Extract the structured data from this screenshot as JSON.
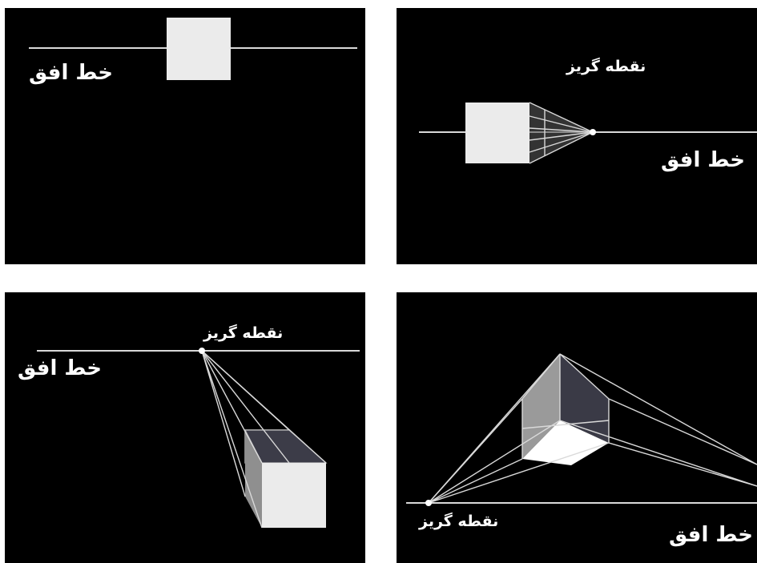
{
  "panels": [
    {
      "horizon_label": "خط افق"
    },
    {
      "horizon_label": "خط افق",
      "vanishing_point_label": "نقطه گریز"
    },
    {
      "horizon_label": "خط افق",
      "vanishing_point_label": "نقطه گریز"
    },
    {
      "horizon_label": "خط افق",
      "vanishing_point_label": "نقطه گریز"
    }
  ],
  "colors": {
    "background": "#000000",
    "line": "#d9d9d9",
    "face_light": "#ebebeb",
    "face_grey": "#9a9a9a",
    "face_dark": "#3a3a46"
  }
}
